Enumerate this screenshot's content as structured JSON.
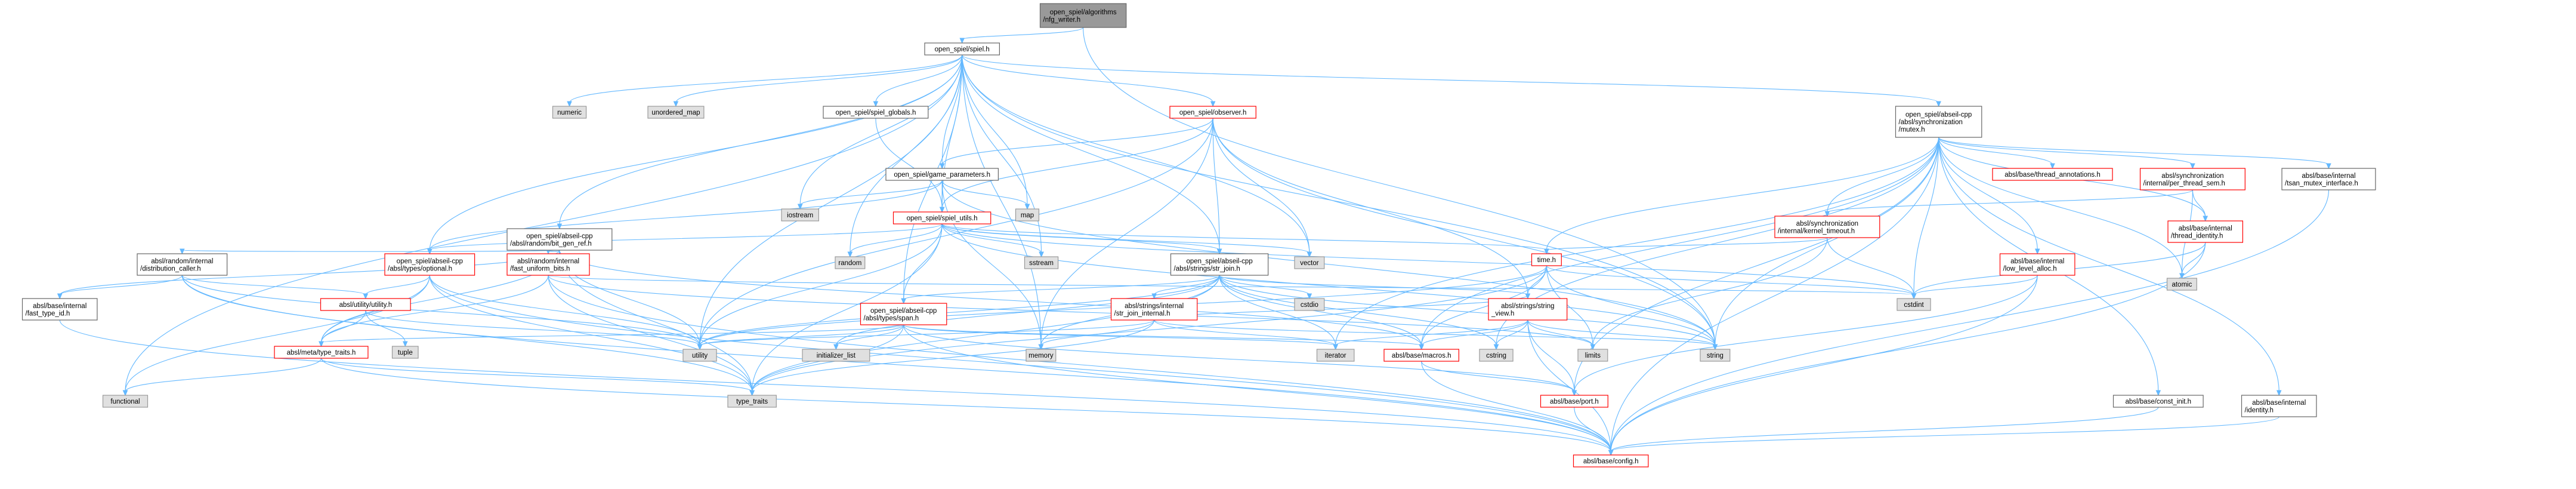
{
  "diagram": {
    "title": "open_spiel/algorithms/nfg_writer.h",
    "colors": {
      "root_fill": "#999999",
      "local_fill": "#ffffff",
      "local_stroke": "#666666",
      "problem_stroke": "#ff0000",
      "system_fill": "#e0e0e0",
      "system_stroke": "#999999",
      "edge": "#63b8ff"
    },
    "nodes": [
      {
        "id": "root",
        "label": [
          "open_spiel/algorithms",
          "/nfg_writer.h"
        ],
        "kind": "root"
      },
      {
        "id": "spiel",
        "label": [
          "open_spiel/spiel.h"
        ],
        "kind": "local"
      },
      {
        "id": "numeric",
        "label": [
          "numeric"
        ],
        "kind": "system"
      },
      {
        "id": "unordered_map",
        "label": [
          "unordered_map"
        ],
        "kind": "system"
      },
      {
        "id": "globals",
        "label": [
          "open_spiel/spiel_globals.h"
        ],
        "kind": "local"
      },
      {
        "id": "observer",
        "label": [
          "open_spiel/observer.h"
        ],
        "kind": "problem"
      },
      {
        "id": "mutex",
        "label": [
          "open_spiel/abseil-cpp",
          "/absl/synchronization",
          "/mutex.h"
        ],
        "kind": "local"
      },
      {
        "id": "game_params",
        "label": [
          "open_spiel/game_parameters.h"
        ],
        "kind": "local"
      },
      {
        "id": "bit_gen_ref",
        "label": [
          "open_spiel/abseil-cpp",
          "/absl/random/bit_gen_ref.h"
        ],
        "kind": "local"
      },
      {
        "id": "iostream",
        "label": [
          "iostream"
        ],
        "kind": "system"
      },
      {
        "id": "map",
        "label": [
          "map"
        ],
        "kind": "system"
      },
      {
        "id": "spiel_utils",
        "label": [
          "open_spiel/spiel_utils.h"
        ],
        "kind": "problem"
      },
      {
        "id": "thread_annot",
        "label": [
          "absl/base/thread_annotations.h"
        ],
        "kind": "problem"
      },
      {
        "id": "per_thread_sem",
        "label": [
          "absl/synchronization",
          "/internal/per_thread_sem.h"
        ],
        "kind": "problem"
      },
      {
        "id": "tsan",
        "label": [
          "absl/base/internal",
          "/tsan_mutex_interface.h"
        ],
        "kind": "local"
      },
      {
        "id": "kernel_timeout",
        "label": [
          "absl/synchronization",
          "/internal/kernel_timeout.h"
        ],
        "kind": "problem"
      },
      {
        "id": "thread_identity",
        "label": [
          "absl/base/internal",
          "/thread_identity.h"
        ],
        "kind": "problem"
      },
      {
        "id": "dist_caller",
        "label": [
          "absl/random/internal",
          "/distribution_caller.h"
        ],
        "kind": "local"
      },
      {
        "id": "optional",
        "label": [
          "open_spiel/abseil-cpp",
          "/absl/types/optional.h"
        ],
        "kind": "problem"
      },
      {
        "id": "uniform_bits",
        "label": [
          "absl/random/internal",
          "/fast_uniform_bits.h"
        ],
        "kind": "problem"
      },
      {
        "id": "random",
        "label": [
          "random"
        ],
        "kind": "system"
      },
      {
        "id": "sstream",
        "label": [
          "sstream"
        ],
        "kind": "system"
      },
      {
        "id": "vector",
        "label": [
          "vector"
        ],
        "kind": "system"
      },
      {
        "id": "str_join",
        "label": [
          "open_spiel/abseil-cpp",
          "/absl/strings/str_join.h"
        ],
        "kind": "local"
      },
      {
        "id": "time",
        "label": [
          "time.h"
        ],
        "kind": "problem"
      },
      {
        "id": "low_level_alloc",
        "label": [
          "absl/base/internal",
          "/low_level_alloc.h"
        ],
        "kind": "problem"
      },
      {
        "id": "atomic",
        "label": [
          "atomic"
        ],
        "kind": "system"
      },
      {
        "id": "fast_type_id",
        "label": [
          "absl/base/internal",
          "/fast_type_id.h"
        ],
        "kind": "local"
      },
      {
        "id": "utility_h",
        "label": [
          "absl/utility/utility.h"
        ],
        "kind": "problem"
      },
      {
        "id": "cstdio",
        "label": [
          "cstdio"
        ],
        "kind": "system"
      },
      {
        "id": "str_join_internal",
        "label": [
          "absl/strings/internal",
          "/str_join_internal.h"
        ],
        "kind": "problem"
      },
      {
        "id": "string_view",
        "label": [
          "absl/strings/string",
          "_view.h"
        ],
        "kind": "problem"
      },
      {
        "id": "cstdint",
        "label": [
          "cstdint"
        ],
        "kind": "system"
      },
      {
        "id": "span",
        "label": [
          "open_spiel/abseil-cpp",
          "/absl/types/span.h"
        ],
        "kind": "problem"
      },
      {
        "id": "type_traits_h",
        "label": [
          "absl/meta/type_traits.h"
        ],
        "kind": "problem"
      },
      {
        "id": "tuple",
        "label": [
          "tuple"
        ],
        "kind": "system"
      },
      {
        "id": "utility",
        "label": [
          "utility"
        ],
        "kind": "system"
      },
      {
        "id": "initializer_list",
        "label": [
          "initializer_list"
        ],
        "kind": "system"
      },
      {
        "id": "memory",
        "label": [
          "memory"
        ],
        "kind": "system"
      },
      {
        "id": "iterator",
        "label": [
          "iterator"
        ],
        "kind": "system"
      },
      {
        "id": "macros",
        "label": [
          "absl/base/macros.h"
        ],
        "kind": "problem"
      },
      {
        "id": "cstring",
        "label": [
          "cstring"
        ],
        "kind": "system"
      },
      {
        "id": "limits",
        "label": [
          "limits"
        ],
        "kind": "system"
      },
      {
        "id": "string",
        "label": [
          "string"
        ],
        "kind": "system"
      },
      {
        "id": "functional",
        "label": [
          "functional"
        ],
        "kind": "system"
      },
      {
        "id": "type_traits",
        "label": [
          "type_traits"
        ],
        "kind": "system"
      },
      {
        "id": "port",
        "label": [
          "absl/base/port.h"
        ],
        "kind": "problem"
      },
      {
        "id": "const_init",
        "label": [
          "absl/base/const_init.h"
        ],
        "kind": "local"
      },
      {
        "id": "identity",
        "label": [
          "absl/base/internal",
          "/identity.h"
        ],
        "kind": "local"
      },
      {
        "id": "config",
        "label": [
          "absl/base/config.h"
        ],
        "kind": "problem"
      }
    ],
    "edges": [
      [
        "root",
        "spiel"
      ],
      [
        "root",
        "string"
      ],
      [
        "spiel",
        "numeric"
      ],
      [
        "spiel",
        "unordered_map"
      ],
      [
        "spiel",
        "globals"
      ],
      [
        "spiel",
        "observer"
      ],
      [
        "spiel",
        "mutex"
      ],
      [
        "spiel",
        "game_params"
      ],
      [
        "spiel",
        "bit_gen_ref"
      ],
      [
        "spiel",
        "iostream"
      ],
      [
        "spiel",
        "map"
      ],
      [
        "spiel",
        "spiel_utils"
      ],
      [
        "spiel",
        "optional"
      ],
      [
        "spiel",
        "random"
      ],
      [
        "spiel",
        "sstream"
      ],
      [
        "spiel",
        "vector"
      ],
      [
        "spiel",
        "str_join"
      ],
      [
        "spiel",
        "span"
      ],
      [
        "spiel",
        "utility"
      ],
      [
        "spiel",
        "memory"
      ],
      [
        "spiel",
        "string"
      ],
      [
        "spiel",
        "functional"
      ],
      [
        "globals",
        "spiel_utils"
      ],
      [
        "observer",
        "game_params"
      ],
      [
        "observer",
        "spiel_utils"
      ],
      [
        "observer",
        "str_join"
      ],
      [
        "observer",
        "string_view"
      ],
      [
        "observer",
        "vector"
      ],
      [
        "observer",
        "memory"
      ],
      [
        "observer",
        "string"
      ],
      [
        "observer",
        "utility"
      ],
      [
        "mutex",
        "thread_annot"
      ],
      [
        "mutex",
        "per_thread_sem"
      ],
      [
        "mutex",
        "tsan"
      ],
      [
        "mutex",
        "kernel_timeout"
      ],
      [
        "mutex",
        "thread_identity"
      ],
      [
        "mutex",
        "low_level_alloc"
      ],
      [
        "mutex",
        "atomic"
      ],
      [
        "mutex",
        "cstdint"
      ],
      [
        "mutex",
        "time"
      ],
      [
        "mutex",
        "macros"
      ],
      [
        "mutex",
        "port"
      ],
      [
        "mutex",
        "const_init"
      ],
      [
        "mutex",
        "identity"
      ],
      [
        "mutex",
        "iterator"
      ],
      [
        "mutex",
        "string"
      ],
      [
        "mutex",
        "cstring"
      ],
      [
        "mutex",
        "config"
      ],
      [
        "game_params",
        "iostream"
      ],
      [
        "game_params",
        "map"
      ],
      [
        "game_params",
        "spiel_utils"
      ],
      [
        "game_params",
        "optional"
      ],
      [
        "game_params",
        "string"
      ],
      [
        "game_params",
        "memory"
      ],
      [
        "bit_gen_ref",
        "dist_caller"
      ],
      [
        "bit_gen_ref",
        "fast_type_id"
      ],
      [
        "bit_gen_ref",
        "uniform_bits"
      ],
      [
        "bit_gen_ref",
        "type_traits_h"
      ],
      [
        "bit_gen_ref",
        "utility"
      ],
      [
        "bit_gen_ref",
        "type_traits"
      ],
      [
        "bit_gen_ref",
        "macros"
      ],
      [
        "spiel_utils",
        "optional"
      ],
      [
        "spiel_utils",
        "random"
      ],
      [
        "spiel_utils",
        "sstream"
      ],
      [
        "spiel_utils",
        "vector"
      ],
      [
        "spiel_utils",
        "time"
      ],
      [
        "spiel_utils",
        "span"
      ],
      [
        "spiel_utils",
        "str_join"
      ],
      [
        "spiel_utils",
        "string"
      ],
      [
        "spiel_utils",
        "cstdint"
      ],
      [
        "spiel_utils",
        "utility"
      ],
      [
        "spiel_utils",
        "type_traits"
      ],
      [
        "per_thread_sem",
        "kernel_timeout"
      ],
      [
        "per_thread_sem",
        "thread_identity"
      ],
      [
        "per_thread_sem",
        "atomic"
      ],
      [
        "kernel_timeout",
        "time"
      ],
      [
        "kernel_timeout",
        "cstdint"
      ],
      [
        "kernel_timeout",
        "limits"
      ],
      [
        "thread_identity",
        "atomic"
      ],
      [
        "thread_identity",
        "cstdint"
      ],
      [
        "thread_identity",
        "config"
      ],
      [
        "tsan",
        "config"
      ],
      [
        "dist_caller",
        "fast_type_id"
      ],
      [
        "dist_caller",
        "utility_h"
      ],
      [
        "dist_caller",
        "utility"
      ],
      [
        "dist_caller",
        "type_traits"
      ],
      [
        "dist_caller",
        "config"
      ],
      [
        "optional",
        "utility_h"
      ],
      [
        "optional",
        "type_traits_h"
      ],
      [
        "optional",
        "functional"
      ],
      [
        "optional",
        "utility"
      ],
      [
        "optional",
        "type_traits"
      ],
      [
        "optional",
        "config"
      ],
      [
        "uniform_bits",
        "type_traits_h"
      ],
      [
        "uniform_bits",
        "cstdint"
      ],
      [
        "uniform_bits",
        "limits"
      ],
      [
        "uniform_bits",
        "type_traits"
      ],
      [
        "uniform_bits",
        "config"
      ],
      [
        "str_join",
        "cstdio"
      ],
      [
        "str_join",
        "str_join_internal"
      ],
      [
        "str_join",
        "string_view"
      ],
      [
        "str_join",
        "span"
      ],
      [
        "str_join",
        "macros"
      ],
      [
        "str_join",
        "initializer_list"
      ],
      [
        "str_join",
        "iterator"
      ],
      [
        "str_join",
        "string"
      ],
      [
        "str_join",
        "utility"
      ],
      [
        "str_join",
        "memory"
      ],
      [
        "str_join",
        "type_traits"
      ],
      [
        "str_join",
        "cstring"
      ],
      [
        "time",
        "string_view"
      ],
      [
        "time",
        "cstdint"
      ],
      [
        "time",
        "string"
      ],
      [
        "time",
        "limits"
      ],
      [
        "time",
        "utility"
      ],
      [
        "time",
        "type_traits"
      ],
      [
        "time",
        "macros"
      ],
      [
        "low_level_alloc",
        "cstdint"
      ],
      [
        "low_level_alloc",
        "port"
      ],
      [
        "low_level_alloc",
        "config"
      ],
      [
        "fast_type_id",
        "config"
      ],
      [
        "utility_h",
        "tuple"
      ],
      [
        "utility_h",
        "utility"
      ],
      [
        "utility_h",
        "type_traits_h"
      ],
      [
        "str_join_internal",
        "string_view"
      ],
      [
        "str_join_internal",
        "iterator"
      ],
      [
        "str_join_internal",
        "memory"
      ],
      [
        "str_join_internal",
        "string"
      ],
      [
        "str_join_internal",
        "type_traits"
      ],
      [
        "str_join_internal",
        "utility"
      ],
      [
        "string_view",
        "macros"
      ],
      [
        "string_view",
        "port"
      ],
      [
        "string_view",
        "iterator"
      ],
      [
        "string_view",
        "limits"
      ],
      [
        "string_view",
        "string"
      ],
      [
        "string_view",
        "cstring"
      ],
      [
        "string_view",
        "config"
      ],
      [
        "span",
        "initializer_list"
      ],
      [
        "span",
        "iterator"
      ],
      [
        "span",
        "type_traits"
      ],
      [
        "span",
        "utility"
      ],
      [
        "span",
        "type_traits_h"
      ],
      [
        "span",
        "port"
      ],
      [
        "span",
        "macros"
      ],
      [
        "span",
        "config"
      ],
      [
        "type_traits_h",
        "functional"
      ],
      [
        "type_traits_h",
        "type_traits"
      ],
      [
        "type_traits_h",
        "config"
      ],
      [
        "macros",
        "port"
      ],
      [
        "macros",
        "config"
      ],
      [
        "port",
        "config"
      ],
      [
        "const_init",
        "config"
      ],
      [
        "identity",
        "config"
      ]
    ]
  }
}
